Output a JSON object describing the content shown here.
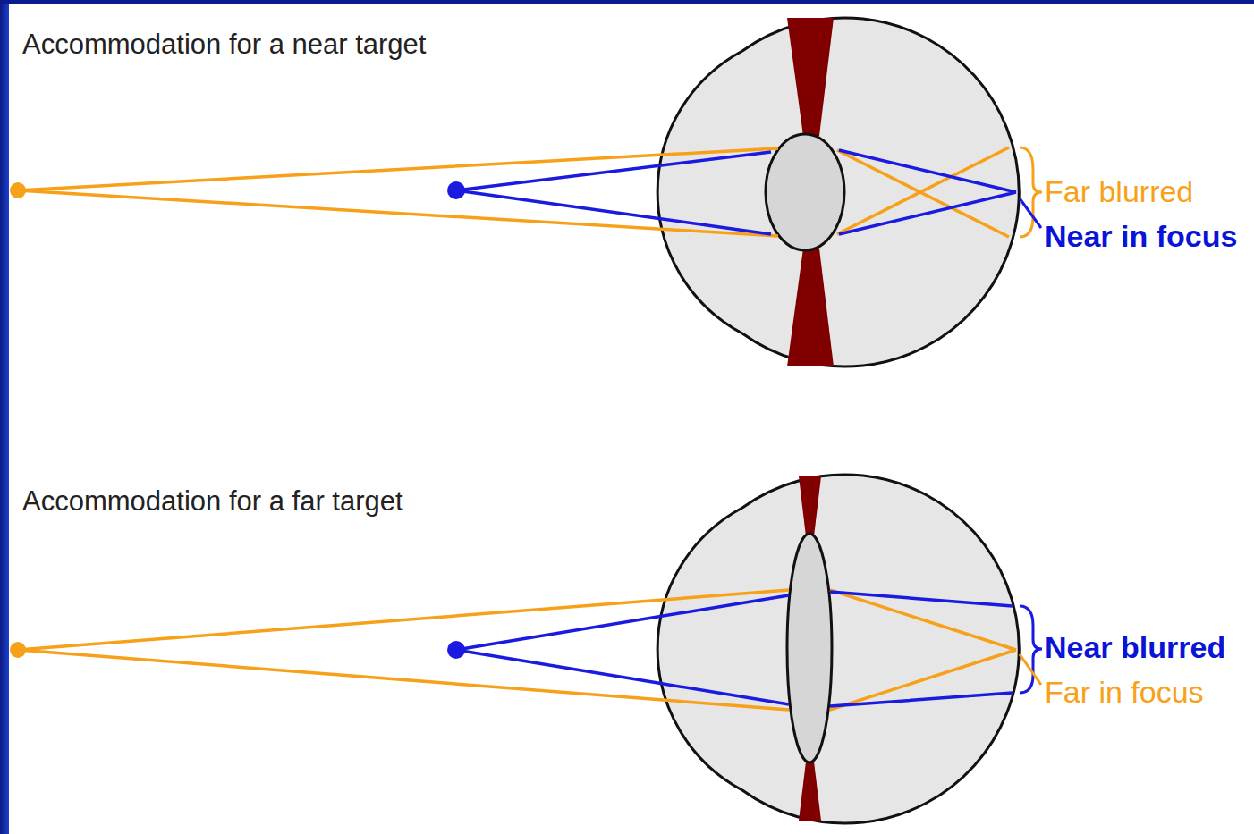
{
  "diagram": {
    "labels": [
      "Accommodation for a near target",
      "Far blurred",
      "Near in focus",
      "Accommodation for a far target",
      "Near blurred",
      "Far in focus"
    ]
  }
}
